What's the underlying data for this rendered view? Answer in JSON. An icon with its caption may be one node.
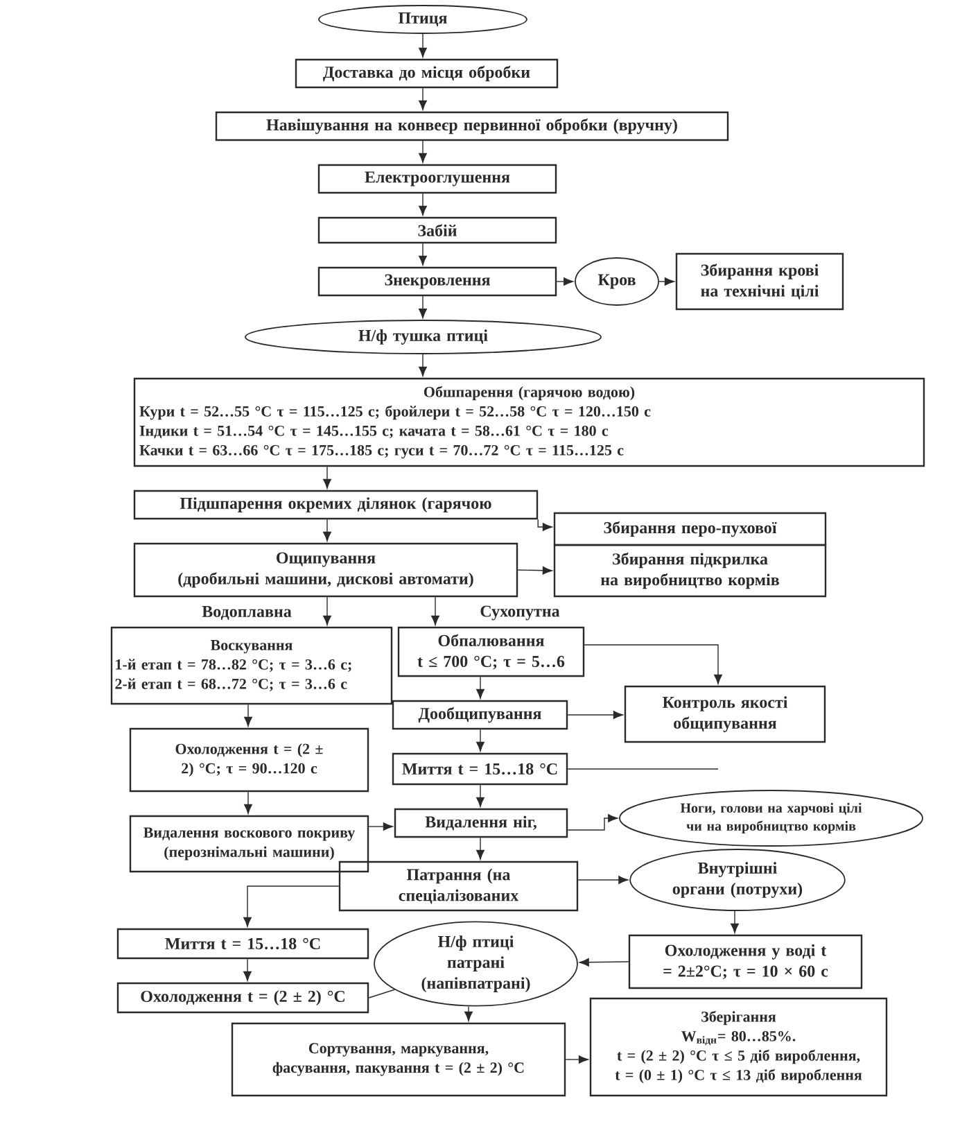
{
  "diagram": {
    "nodes": [
      {
        "text": [
          "Птиця"
        ]
      },
      {
        "text": [
          "Доставка до місця обробки"
        ]
      },
      {
        "text": [
          "Навішування на конвеєр первинної обробки (вручну)"
        ]
      },
      {
        "text": [
          "Електрооглушення"
        ]
      },
      {
        "text": [
          "Забій"
        ]
      },
      {
        "text": [
          "Знекровлення"
        ]
      },
      {
        "text": [
          "Кров"
        ]
      },
      {
        "text": [
          "Збирання крові на технічні цілі"
        ]
      },
      {
        "text": [
          "Н/ф тушка птиці"
        ]
      },
      {
        "text": [
          "Обшпарення (гарячою водою)",
          "Кури t = 52…55 °C τ = 115…125 с; бройлери t = 52…58 °C τ = 120…150 с",
          "Індики t = 51…54 °C τ = 145…155 с; качата t = 58…61 °C τ = 180 с",
          "Качки t = 63…66 °C τ = 175…185 с; гуси t = 70…72 °C τ = 115…125 с"
        ]
      },
      {
        "text": [
          "Підшпарення окремих ділянок (гарячою"
        ]
      },
      {
        "text": [
          "Збирання перо-пухової"
        ]
      },
      {
        "text": [
          "Збирання підкрилка на виробництво кормів"
        ]
      },
      {
        "text": [
          "Ощипування",
          "(дробильні машини, дискові автомати)"
        ]
      },
      {
        "text": [
          "Воскування",
          "1-й етап t = 78…82 °C; τ = 3…6 с;",
          "2-й етап t = 68…72 °C; τ = 3…6 с"
        ]
      },
      {
        "text": [
          "Обпалювання",
          "t ≤ 700 °C; τ = 5…6"
        ]
      },
      {
        "text": [
          "Контроль якості общипування"
        ]
      },
      {
        "text": [
          "Дообщипування"
        ]
      },
      {
        "text": [
          "Охолодження t = (2 ± 2) °C; τ = 90…120 с"
        ]
      },
      {
        "text": [
          "Миття t = 15…18 °C"
        ]
      },
      {
        "text": [
          "Видалення воскового покриву (перознімальні машини)"
        ]
      },
      {
        "text": [
          "Видалення ніг,"
        ]
      },
      {
        "text": [
          "Ноги, голови на харчові цілі чи на виробництво кормів"
        ]
      },
      {
        "text": [
          "Патрання (на спеціалізованих"
        ]
      },
      {
        "text": [
          "Внутрішні органи (потрухи)"
        ]
      },
      {
        "text": [
          "Миття t = 15…18 °C"
        ]
      },
      {
        "text": [
          "Н/ф птиці патрані (напівпатрані)"
        ]
      },
      {
        "text": [
          "Охолодження у воді t = 2±2°C; τ = 10 × 60 с"
        ]
      },
      {
        "text": [
          "Охолодження t = (2 ± 2) °C"
        ]
      },
      {
        "text": [
          "Сортування, маркування, фасування, пакування t = (2 ± 2) °C"
        ]
      },
      {
        "text": [
          "Зберігання",
          "W$_{відн}$= 80…85%.",
          "t = (2 ± 2) °C τ ≤ 5 діб вироблення,",
          "t = (0 ± 1) °C τ ≤ 13 діб вироблення"
        ]
      }
    ],
    "edges": [
      {
        "from": 0,
        "to": 1,
        "arrow": "to"
      },
      {
        "from": 1,
        "to": 2,
        "arrow": "to"
      },
      {
        "from": 2,
        "to": 3,
        "arrow": "to"
      },
      {
        "from": 3,
        "to": 4,
        "arrow": "to"
      },
      {
        "from": 4,
        "to": 5,
        "arrow": "to"
      },
      {
        "from": 5,
        "to": 6,
        "arrow": "to"
      },
      {
        "from": 6,
        "to": 7,
        "arrow": "to"
      },
      {
        "from": 5,
        "to": 8,
        "arrow": "to"
      },
      {
        "from": 8,
        "to": 9,
        "arrow": "to"
      },
      {
        "from": 9,
        "to": 10,
        "arrow": "to"
      },
      {
        "from": 10,
        "to": 11,
        "arrow": "to"
      },
      {
        "from": 10,
        "to": 13,
        "arrow": "to"
      },
      {
        "from": 13,
        "to": 12,
        "arrow": "to"
      },
      {
        "from": 13,
        "to": 14,
        "arrow": "to",
        "label": "Водоплавна"
      },
      {
        "from": 13,
        "to": 15,
        "arrow": "to",
        "label": "Сухопутна"
      },
      {
        "from": 15,
        "to": 16,
        "arrow": "to"
      },
      {
        "from": 15,
        "to": 17,
        "arrow": "to"
      },
      {
        "from": 17,
        "to": 16,
        "arrow": "to"
      },
      {
        "from": 17,
        "to": 19,
        "arrow": "to"
      },
      {
        "from": 19,
        "to": null,
        "arrow": "none"
      },
      {
        "from": 14,
        "to": 18,
        "arrow": "to"
      },
      {
        "from": 18,
        "to": 20,
        "arrow": "to"
      },
      {
        "from": 20,
        "to": 21,
        "arrow": "to"
      },
      {
        "from": 19,
        "to": 21,
        "arrow": "to"
      },
      {
        "from": 21,
        "to": 22,
        "arrow": "to"
      },
      {
        "from": 21,
        "to": 23,
        "arrow": "to"
      },
      {
        "from": 23,
        "to": 24,
        "arrow": "to"
      },
      {
        "from": 23,
        "to": 25,
        "arrow": "to"
      },
      {
        "from": 24,
        "to": 27,
        "arrow": "to"
      },
      {
        "from": 27,
        "to": 26,
        "arrow": "to"
      },
      {
        "from": 25,
        "to": 28,
        "arrow": "to"
      },
      {
        "from": 28,
        "to": 26,
        "arrow": "none"
      },
      {
        "from": 26,
        "to": 29,
        "arrow": "to"
      },
      {
        "from": 29,
        "to": 30,
        "arrow": "to"
      }
    ]
  }
}
